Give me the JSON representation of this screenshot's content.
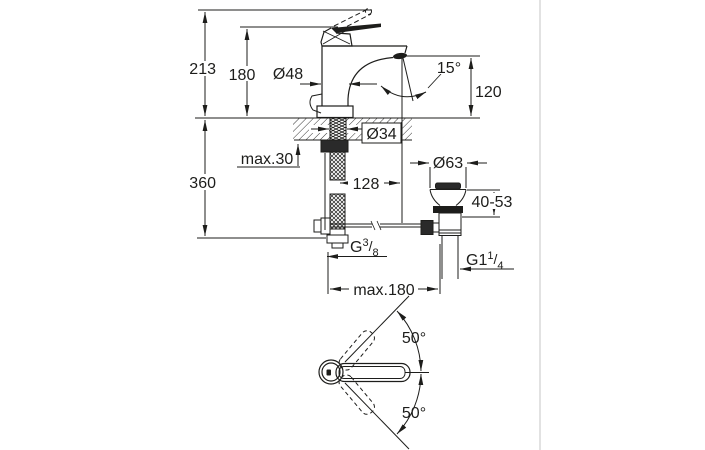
{
  "colors": {
    "line": "#1d1d1b",
    "solid_fill": "#2a2a2a",
    "divider": "#d9d9d9",
    "background": "#ffffff"
  },
  "drawing": {
    "side_view": {
      "labels": {
        "overall_height": "213",
        "lever_height": "180",
        "body_diameter": "Ø48",
        "stream_angle": "15°",
        "spout_height": "120",
        "hole_diameter": "Ø34",
        "deck_thickness": "max.30",
        "below_deck_height": "360",
        "spout_offset": "128",
        "waste_flange_diameter": "Ø63",
        "basin_thickness": "40-53",
        "rod_reach": "max.180",
        "supply_thread": {
          "prefix": "G",
          "sup": "3",
          "slash": "/",
          "sub": "8"
        },
        "waste_thread": {
          "prefix": "G1",
          "sup": "1",
          "slash": "/",
          "sub": "4"
        }
      }
    },
    "top_view": {
      "labels": {
        "swivel_up": "50°",
        "swivel_down": "50°"
      }
    }
  }
}
